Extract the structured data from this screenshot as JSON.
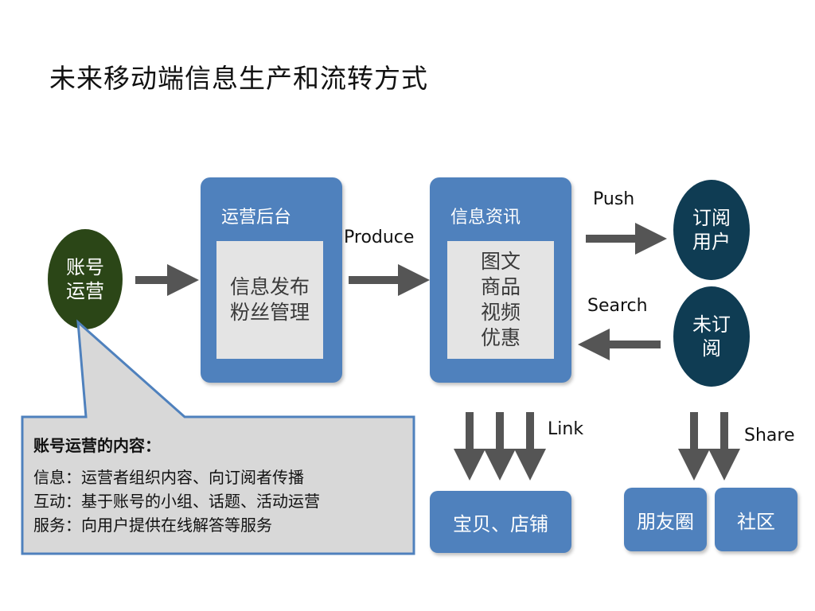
{
  "title": "未来移动端信息生产和流转方式",
  "nodes": {
    "account_ops": "账号运营",
    "subscribed": "订阅用户",
    "unsubscribed": "未订阅"
  },
  "ops_panel": {
    "header": "运营后台",
    "body": "信息发布粉丝管理"
  },
  "info_panel": {
    "header": "信息资讯",
    "body": "图文商品视频优惠"
  },
  "labels": {
    "produce": "Produce",
    "push": "Push",
    "search": "Search",
    "link": "Link",
    "share": "Share"
  },
  "channels": {
    "shop": "宝贝、店铺",
    "moments": "朋友圈",
    "community": "社区"
  },
  "callout": {
    "title": "账号运营的内容：",
    "lines": [
      "信息：运营者组织内容、向订阅者传播",
      "互动：基于账号的小组、话题、活动运营",
      "服务：向用户提供在线解答等服务"
    ]
  }
}
